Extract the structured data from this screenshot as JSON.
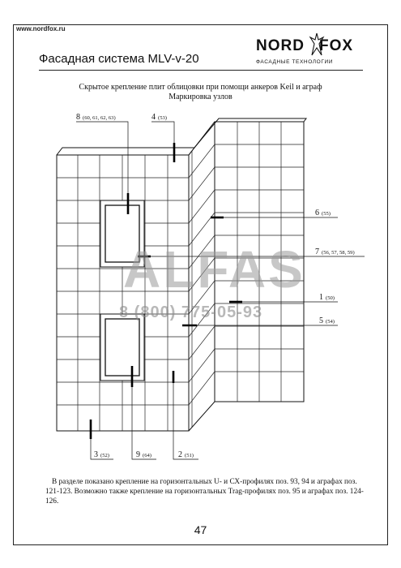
{
  "header": {
    "site_url": "www.nordfox.ru",
    "title": "Фасадная система MLV-v-20",
    "logo": {
      "word_left": "NORD",
      "word_right": "FOX",
      "tagline": "ФАСАДНЫЕ ТЕХНОЛОГИИ"
    }
  },
  "subtitle": {
    "line1": "Скрытое крепление плит облицовки при помощи анкеров Keil и аграф",
    "line2": "Маркировка узлов"
  },
  "callouts": [
    {
      "num": "8",
      "ref": "(60, 61, 62, 63)"
    },
    {
      "num": "4",
      "ref": "(53)"
    },
    {
      "num": "6",
      "ref": "(55)"
    },
    {
      "num": "7",
      "ref": "(56, 57, 58, 59)"
    },
    {
      "num": "1",
      "ref": "(50)"
    },
    {
      "num": "5",
      "ref": "(54)"
    },
    {
      "num": "3",
      "ref": "(52)"
    },
    {
      "num": "9",
      "ref": "(64)"
    },
    {
      "num": "2",
      "ref": "(51)"
    }
  ],
  "watermark": {
    "brand": "ALFAS",
    "phone": "8 (800) 775-05-93"
  },
  "footer": {
    "note": "В разделе показано крепление на горизонтальных U- и СХ-профилях поз. 93, 94 и аграфах поз. 121-123. Возможно также крепление на горизонтальных Trag-профилях поз. 95 и аграфах поз. 124-126.",
    "page_number": "47"
  }
}
